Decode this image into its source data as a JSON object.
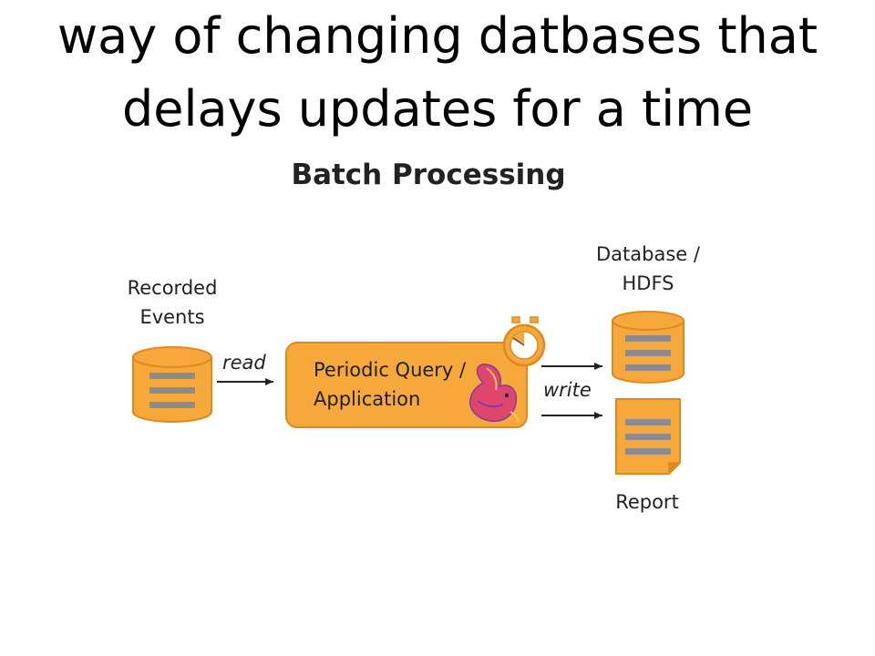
{
  "slide": {
    "title_line1": "way of changing datbases that",
    "title_line2": "delays updates for a time"
  },
  "diagram": {
    "title": "Batch Processing",
    "source": {
      "label_line1": "Recorded",
      "label_line2": "Events",
      "icon": "database-cylinder-icon"
    },
    "read_label": "read",
    "process": {
      "label_line1": "Periodic Query /",
      "label_line2": "Application",
      "timer_icon": "stopwatch-icon",
      "logo_icon": "flink-squirrel-logo-icon"
    },
    "write_label": "write",
    "sink_database": {
      "label_line1": "Database /",
      "label_line2": "HDFS",
      "icon": "database-cylinder-icon"
    },
    "sink_report": {
      "label": "Report",
      "icon": "document-icon"
    },
    "colors": {
      "orange_fill": "#F6A83A",
      "orange_stroke": "#E08A1E",
      "stripe": "#8C8C8C",
      "arrow": "#222222",
      "flink_pink": "#E0456B",
      "flink_purple": "#7B3FA0"
    }
  }
}
